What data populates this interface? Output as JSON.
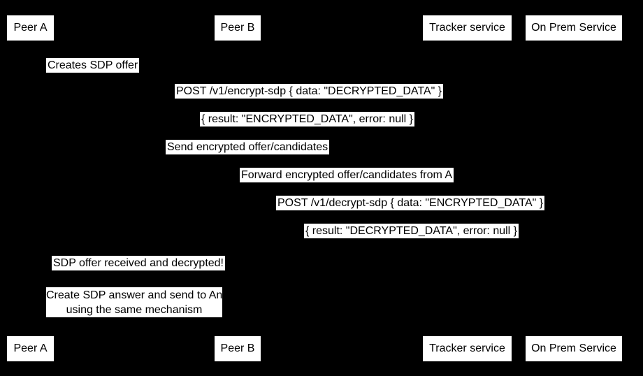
{
  "colors": {
    "background": "#000000",
    "box_fill": "#ffffff",
    "text": "#000000"
  },
  "participants": [
    {
      "name": "Peer A"
    },
    {
      "name": "Peer B"
    },
    {
      "name": "Tracker service"
    },
    {
      "name": "On Prem Service"
    }
  ],
  "events": [
    {
      "text": "Creates SDP offer"
    },
    {
      "text": "POST /v1/encrypt-sdp { data: \"DECRYPTED_DATA\" }"
    },
    {
      "text": "{ result: \"ENCRYPTED_DATA\", error: null }"
    },
    {
      "text": "Send encrypted offer/candidates"
    },
    {
      "text": "Forward encrypted offer/candidates from A"
    },
    {
      "text": "POST /v1/decrypt-sdp { data: \"ENCRYPTED_DATA\" }"
    },
    {
      "text": "{ result: \"DECRYPTED_DATA\", error: null }"
    },
    {
      "text": "SDP offer received and decrypted!"
    },
    {
      "line1": "Create SDP answer and send to An",
      "line2": "using the same mechanism"
    }
  ]
}
